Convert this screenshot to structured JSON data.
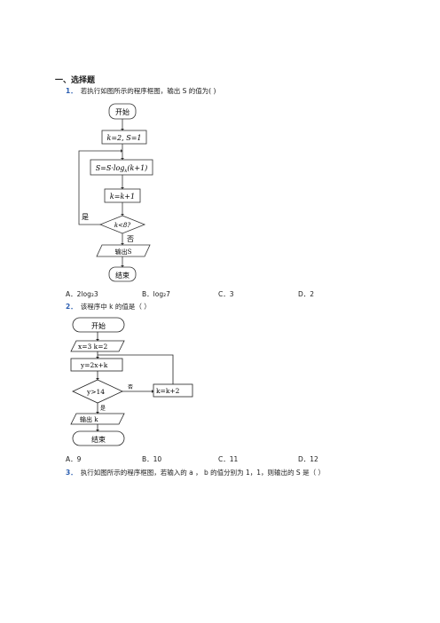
{
  "section_title": "一、选择题",
  "questions": [
    {
      "num": "1．",
      "text": "若执行如图所示的程序框图，输出 S 的值为(        )",
      "flow": {
        "start": "开始",
        "init": "k=2, S=1",
        "update_s": "S=S·log",
        "update_s_sub": "k",
        "update_s_tail": "(k+1)",
        "update_k": "k=k+1",
        "cond": "k<8?",
        "yes": "是",
        "no": "否",
        "output": "输出S",
        "end": "结束"
      },
      "options": [
        "A．2log₂3",
        "B．log₂7",
        "C．3",
        "D．2"
      ]
    },
    {
      "num": "2．",
      "text": "该程序中 k 的值是（    ）",
      "flow": {
        "start": "开始",
        "init": "x=3   k=2",
        "assign": "y=2x+k",
        "cond": "y>14",
        "no": "否",
        "yes": "是",
        "update": "k=k+2",
        "output": "输出 k",
        "end": "结束"
      },
      "options": [
        "A．9",
        "B．10",
        "C．11",
        "D．12"
      ]
    },
    {
      "num": "3．",
      "text": "执行如图所示的程序框图，若输入的 a ， b 的值分别为 1，1，则输出的 S 是（    ）"
    }
  ]
}
